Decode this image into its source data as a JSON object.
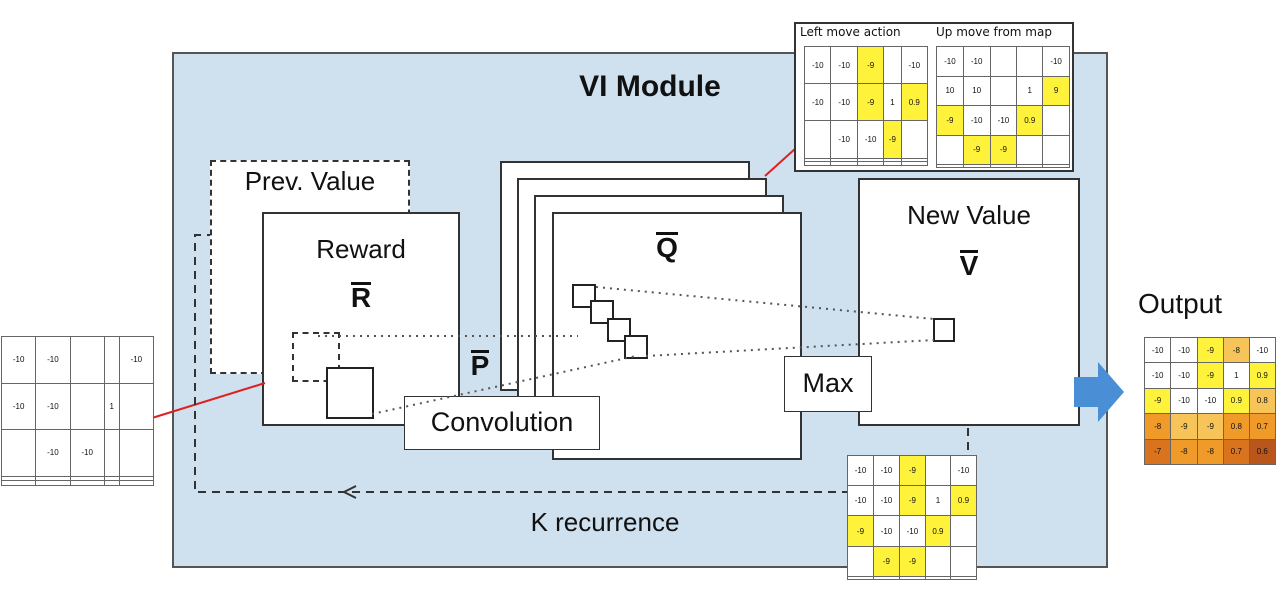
{
  "module": {
    "title": "VI Module"
  },
  "labels": {
    "prev_value": "Prev. Value",
    "reward": "Reward",
    "reward_symbol": "R",
    "p_symbol": "P",
    "q_symbol": "Q",
    "new_value": "New Value",
    "v_symbol": "V",
    "convolution": "Convolution",
    "max": "Max",
    "k_recurrence": "K recurrence",
    "output": "Output",
    "left_move_action": "Left move action",
    "up_move_from_map": "Up move from map"
  },
  "colors": {
    "module_bg": "#cfe0ef",
    "yellow": "#fff23a",
    "light_orange": "#f7c45a",
    "orange": "#f09a2a",
    "dark_orange": "#d9731e",
    "brown": "#b9561c",
    "arrow_blue": "#4a8fd6",
    "red_line": "#e02020"
  },
  "grids": {
    "input": [
      [
        "-10",
        "-10",
        "",
        "",
        "-10"
      ],
      [
        "-10",
        "-10",
        "",
        "1",
        ""
      ],
      [
        "",
        "-10",
        "-10",
        "",
        ""
      ],
      [
        "",
        "",
        "",
        "",
        ""
      ],
      [
        "",
        "",
        "",
        "",
        ""
      ]
    ],
    "left_move": [
      [
        "-10",
        "-10",
        "-9",
        "",
        "-10"
      ],
      [
        "-10",
        "-10",
        "-9",
        "1",
        "0.9"
      ],
      [
        "",
        "-10",
        "-10",
        "-9",
        ""
      ],
      [
        "",
        "",
        "",
        "",
        ""
      ],
      [
        "",
        "",
        "",
        "",
        ""
      ]
    ],
    "up_move": [
      [
        "-10",
        "-10",
        "",
        "",
        "-10"
      ],
      [
        "10",
        "10",
        "",
        "1",
        "9"
      ],
      [
        "-9",
        "-10",
        "-10",
        "0.9",
        ""
      ],
      [
        "",
        "-9",
        "-9",
        "",
        ""
      ],
      [
        "",
        "",
        "",
        "",
        ""
      ]
    ],
    "recurrence": [
      [
        "-10",
        "-10",
        "-9",
        "",
        "-10"
      ],
      [
        "-10",
        "-10",
        "-9",
        "1",
        "0.9"
      ],
      [
        "-9",
        "-10",
        "-10",
        "0.9",
        ""
      ],
      [
        "",
        "-9",
        "-9",
        "",
        ""
      ],
      [
        "",
        "",
        "",
        "",
        ""
      ]
    ],
    "output": [
      [
        "-10",
        "-10",
        "-9",
        "-8",
        "-10"
      ],
      [
        "-10",
        "-10",
        "-9",
        "1",
        "0.9"
      ],
      [
        "-9",
        "-10",
        "-10",
        "0.9",
        "0.8"
      ],
      [
        "-8",
        "-9",
        "-9",
        "0.8",
        "0.7"
      ],
      [
        "-7",
        "-8",
        "-8",
        "0.7",
        "0.6"
      ]
    ]
  },
  "cell_colors": {
    "left_move": [
      [
        "",
        "",
        "y",
        "",
        ""
      ],
      [
        "",
        "",
        "y",
        "",
        "y"
      ],
      [
        "",
        "",
        "",
        "y",
        ""
      ],
      [
        "",
        "",
        "",
        "",
        ""
      ],
      [
        "",
        "",
        "",
        "",
        ""
      ]
    ],
    "up_move": [
      [
        "",
        "",
        "",
        "",
        ""
      ],
      [
        "",
        "",
        "",
        "",
        "y"
      ],
      [
        "y",
        "",
        "",
        "y",
        ""
      ],
      [
        "",
        "y",
        "y",
        "",
        ""
      ],
      [
        "",
        "",
        "",
        "",
        ""
      ]
    ],
    "recurrence": [
      [
        "",
        "",
        "y",
        "",
        ""
      ],
      [
        "",
        "",
        "y",
        "",
        "y"
      ],
      [
        "y",
        "",
        "",
        "y",
        ""
      ],
      [
        "",
        "y",
        "y",
        "",
        ""
      ],
      [
        "",
        "",
        "",
        "",
        ""
      ]
    ],
    "output": [
      [
        "",
        "",
        "y",
        "lo",
        ""
      ],
      [
        "",
        "",
        "y",
        "",
        "y"
      ],
      [
        "y",
        "",
        "",
        "y",
        "lo"
      ],
      [
        "o",
        "lo",
        "lo",
        "o",
        "o"
      ],
      [
        "do",
        "o",
        "o",
        "do",
        "br"
      ]
    ]
  }
}
